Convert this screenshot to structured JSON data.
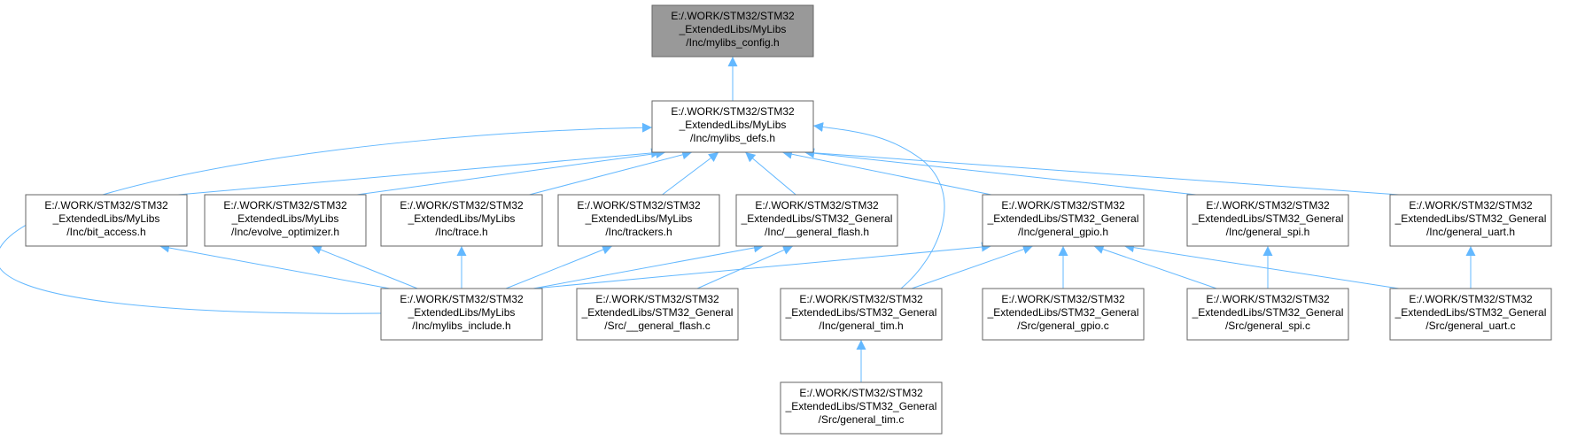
{
  "graph": {
    "nodes": [
      {
        "id": "config",
        "lines": [
          "E:/.WORK/STM32/STM32",
          "_ExtendedLibs/MyLibs",
          "/Inc/mylibs_config.h"
        ],
        "highlight": true
      },
      {
        "id": "defs",
        "lines": [
          "E:/.WORK/STM32/STM32",
          "_ExtendedLibs/MyLibs",
          "/Inc/mylibs_defs.h"
        ]
      },
      {
        "id": "bit_access",
        "lines": [
          "E:/.WORK/STM32/STM32",
          "_ExtendedLibs/MyLibs",
          "/Inc/bit_access.h"
        ]
      },
      {
        "id": "evolve",
        "lines": [
          "E:/.WORK/STM32/STM32",
          "_ExtendedLibs/MyLibs",
          "/Inc/evolve_optimizer.h"
        ]
      },
      {
        "id": "trace",
        "lines": [
          "E:/.WORK/STM32/STM32",
          "_ExtendedLibs/MyLibs",
          "/Inc/trace.h"
        ]
      },
      {
        "id": "trackers",
        "lines": [
          "E:/.WORK/STM32/STM32",
          "_ExtendedLibs/MyLibs",
          "/Inc/trackers.h"
        ]
      },
      {
        "id": "flash_h",
        "lines": [
          "E:/.WORK/STM32/STM32",
          "_ExtendedLibs/STM32_General",
          "/Inc/__general_flash.h"
        ]
      },
      {
        "id": "gpio_h",
        "lines": [
          "E:/.WORK/STM32/STM32",
          "_ExtendedLibs/STM32_General",
          "/Inc/general_gpio.h"
        ]
      },
      {
        "id": "spi_h",
        "lines": [
          "E:/.WORK/STM32/STM32",
          "_ExtendedLibs/STM32_General",
          "/Inc/general_spi.h"
        ]
      },
      {
        "id": "uart_h",
        "lines": [
          "E:/.WORK/STM32/STM32",
          "_ExtendedLibs/STM32_General",
          "/Inc/general_uart.h"
        ]
      },
      {
        "id": "include_h",
        "lines": [
          "E:/.WORK/STM32/STM32",
          "_ExtendedLibs/MyLibs",
          "/Inc/mylibs_include.h"
        ]
      },
      {
        "id": "flash_c",
        "lines": [
          "E:/.WORK/STM32/STM32",
          "_ExtendedLibs/STM32_General",
          "/Src/__general_flash.c"
        ]
      },
      {
        "id": "tim_h",
        "lines": [
          "E:/.WORK/STM32/STM32",
          "_ExtendedLibs/STM32_General",
          "/Inc/general_tim.h"
        ]
      },
      {
        "id": "gpio_c",
        "lines": [
          "E:/.WORK/STM32/STM32",
          "_ExtendedLibs/STM32_General",
          "/Src/general_gpio.c"
        ]
      },
      {
        "id": "spi_c",
        "lines": [
          "E:/.WORK/STM32/STM32",
          "_ExtendedLibs/STM32_General",
          "/Src/general_spi.c"
        ]
      },
      {
        "id": "uart_c",
        "lines": [
          "E:/.WORK/STM32/STM32",
          "_ExtendedLibs/STM32_General",
          "/Src/general_uart.c"
        ]
      },
      {
        "id": "tim_c",
        "lines": [
          "E:/.WORK/STM32/STM32",
          "_ExtendedLibs/STM32_General",
          "/Src/general_tim.c"
        ]
      }
    ],
    "edges": [
      {
        "from": "defs",
        "to": "config"
      },
      {
        "from": "bit_access",
        "to": "defs"
      },
      {
        "from": "evolve",
        "to": "defs"
      },
      {
        "from": "trace",
        "to": "defs"
      },
      {
        "from": "trackers",
        "to": "defs"
      },
      {
        "from": "flash_h",
        "to": "defs"
      },
      {
        "from": "gpio_h",
        "to": "defs"
      },
      {
        "from": "spi_h",
        "to": "defs"
      },
      {
        "from": "uart_h",
        "to": "defs"
      },
      {
        "from": "include_h",
        "to": "defs"
      },
      {
        "from": "tim_h",
        "to": "defs"
      },
      {
        "from": "include_h",
        "to": "bit_access"
      },
      {
        "from": "include_h",
        "to": "evolve"
      },
      {
        "from": "include_h",
        "to": "trace"
      },
      {
        "from": "include_h",
        "to": "trackers"
      },
      {
        "from": "include_h",
        "to": "flash_h"
      },
      {
        "from": "include_h",
        "to": "gpio_h"
      },
      {
        "from": "flash_c",
        "to": "flash_h"
      },
      {
        "from": "tim_h",
        "to": "gpio_h"
      },
      {
        "from": "gpio_c",
        "to": "gpio_h"
      },
      {
        "from": "spi_c",
        "to": "gpio_h"
      },
      {
        "from": "uart_c",
        "to": "gpio_h"
      },
      {
        "from": "spi_c",
        "to": "spi_h"
      },
      {
        "from": "uart_c",
        "to": "uart_h"
      },
      {
        "from": "tim_c",
        "to": "tim_h"
      }
    ]
  }
}
